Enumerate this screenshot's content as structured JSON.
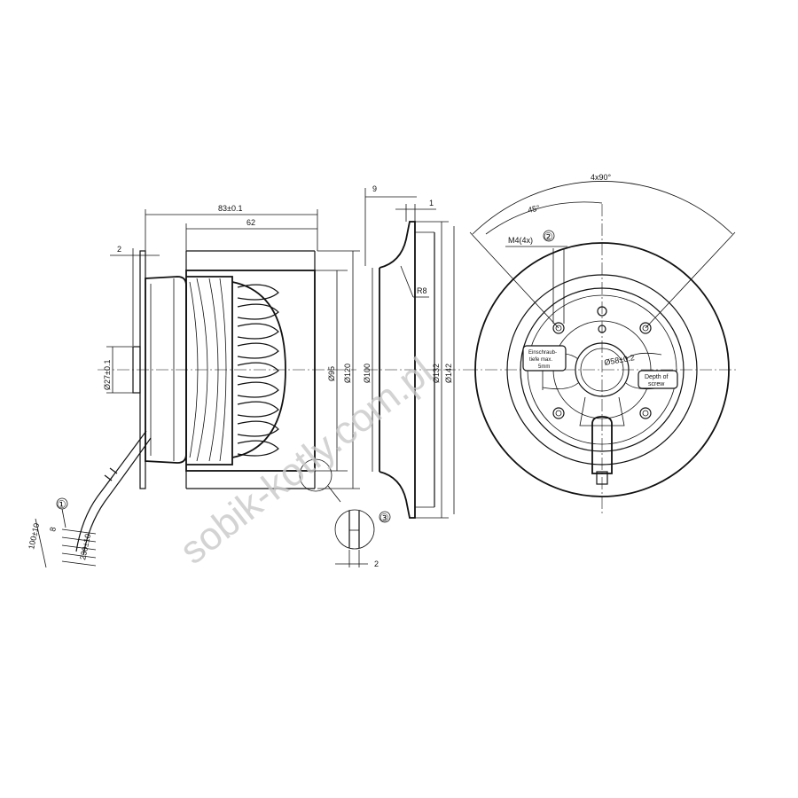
{
  "side_view": {
    "dim_total_length": "83±0.1",
    "dim_body_length": "62",
    "dim_flange": "2",
    "dim_hub_dia": "Ø27±0.1",
    "dim_d95": "Ø95",
    "dim_d120": "Ø120",
    "cable_dim_100": "100±10",
    "cable_dim_8": "8",
    "cable_dim_230": "230±10",
    "callout_1": "①",
    "callout_3": "③",
    "detail_dim_2": "2"
  },
  "inlet_view": {
    "dim_9": "9",
    "dim_1": "1",
    "dim_r8": "R8",
    "dim_d100": "Ø100",
    "dim_d132": "Ø132",
    "dim_d142": "Ø142"
  },
  "front_view": {
    "angle_4x90": "4x90°",
    "angle_45": "45°",
    "thread": "M4(4x)",
    "callout_2": "②",
    "note_de_line1": "Einschraub-",
    "note_de_line2": "tiefe max.",
    "note_de_line3": "5mm",
    "center_dia": "Ø58±0.2",
    "note_en_line1": "Depth of",
    "note_en_line2": "screw"
  },
  "watermark": "sobik-kotly.com.pl"
}
